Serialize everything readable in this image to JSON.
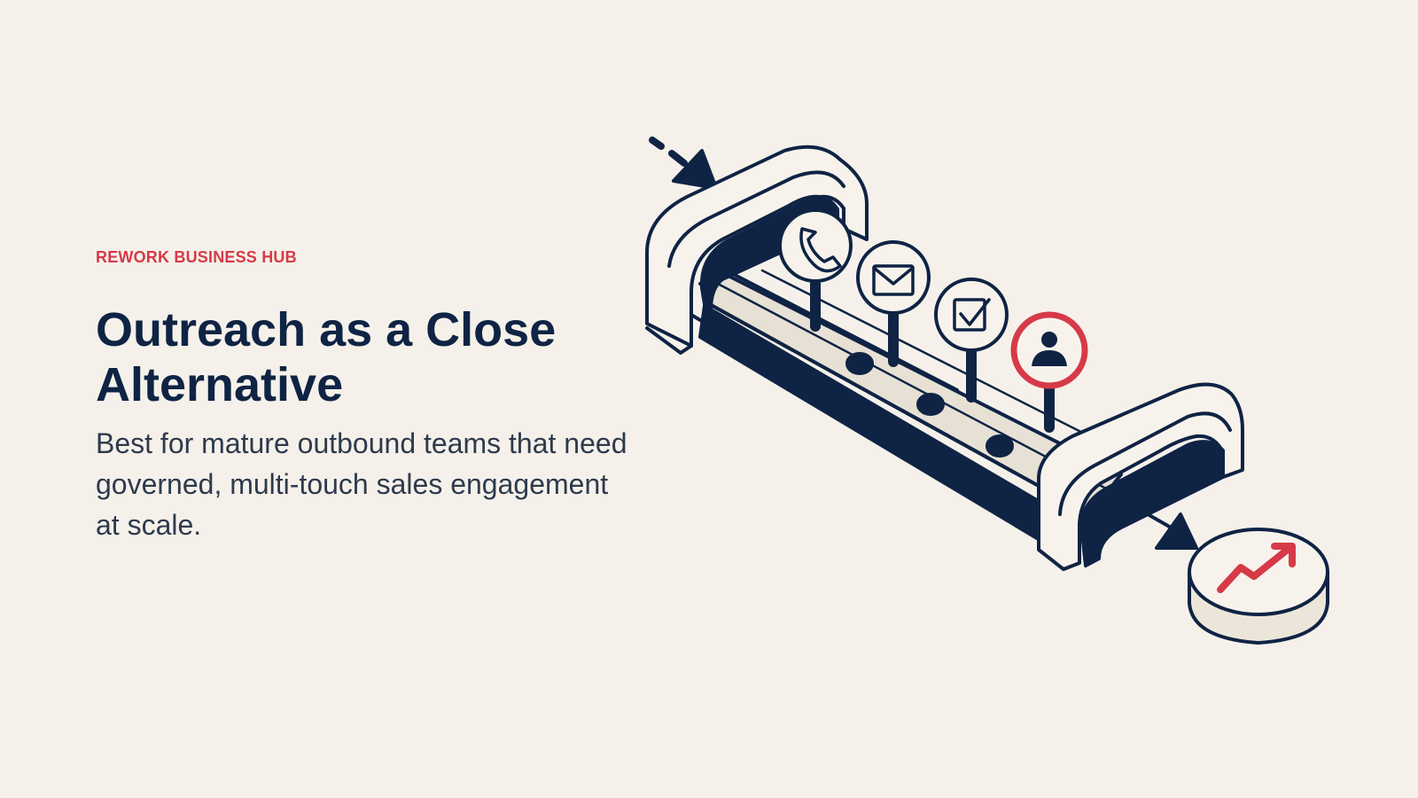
{
  "header": {
    "brand": "REWORK BUSINESS HUB"
  },
  "hero": {
    "title": "Outreach as a Close Alternative",
    "subtitle": "Best for mature outbound teams that need governed, multi-touch sales engagement at scale."
  },
  "illustration": {
    "steps": [
      {
        "icon": "phone-icon",
        "highlight": false
      },
      {
        "icon": "envelope-icon",
        "highlight": false
      },
      {
        "icon": "checkbox-icon",
        "highlight": false
      },
      {
        "icon": "person-icon",
        "highlight": true
      }
    ],
    "output_icon": "trending-up-icon"
  },
  "colors": {
    "background": "#f5f1ea",
    "navy": "#0f2344",
    "accent": "#d63a48",
    "surface": "#f7f3ec",
    "belt": "#e7e1d5"
  }
}
